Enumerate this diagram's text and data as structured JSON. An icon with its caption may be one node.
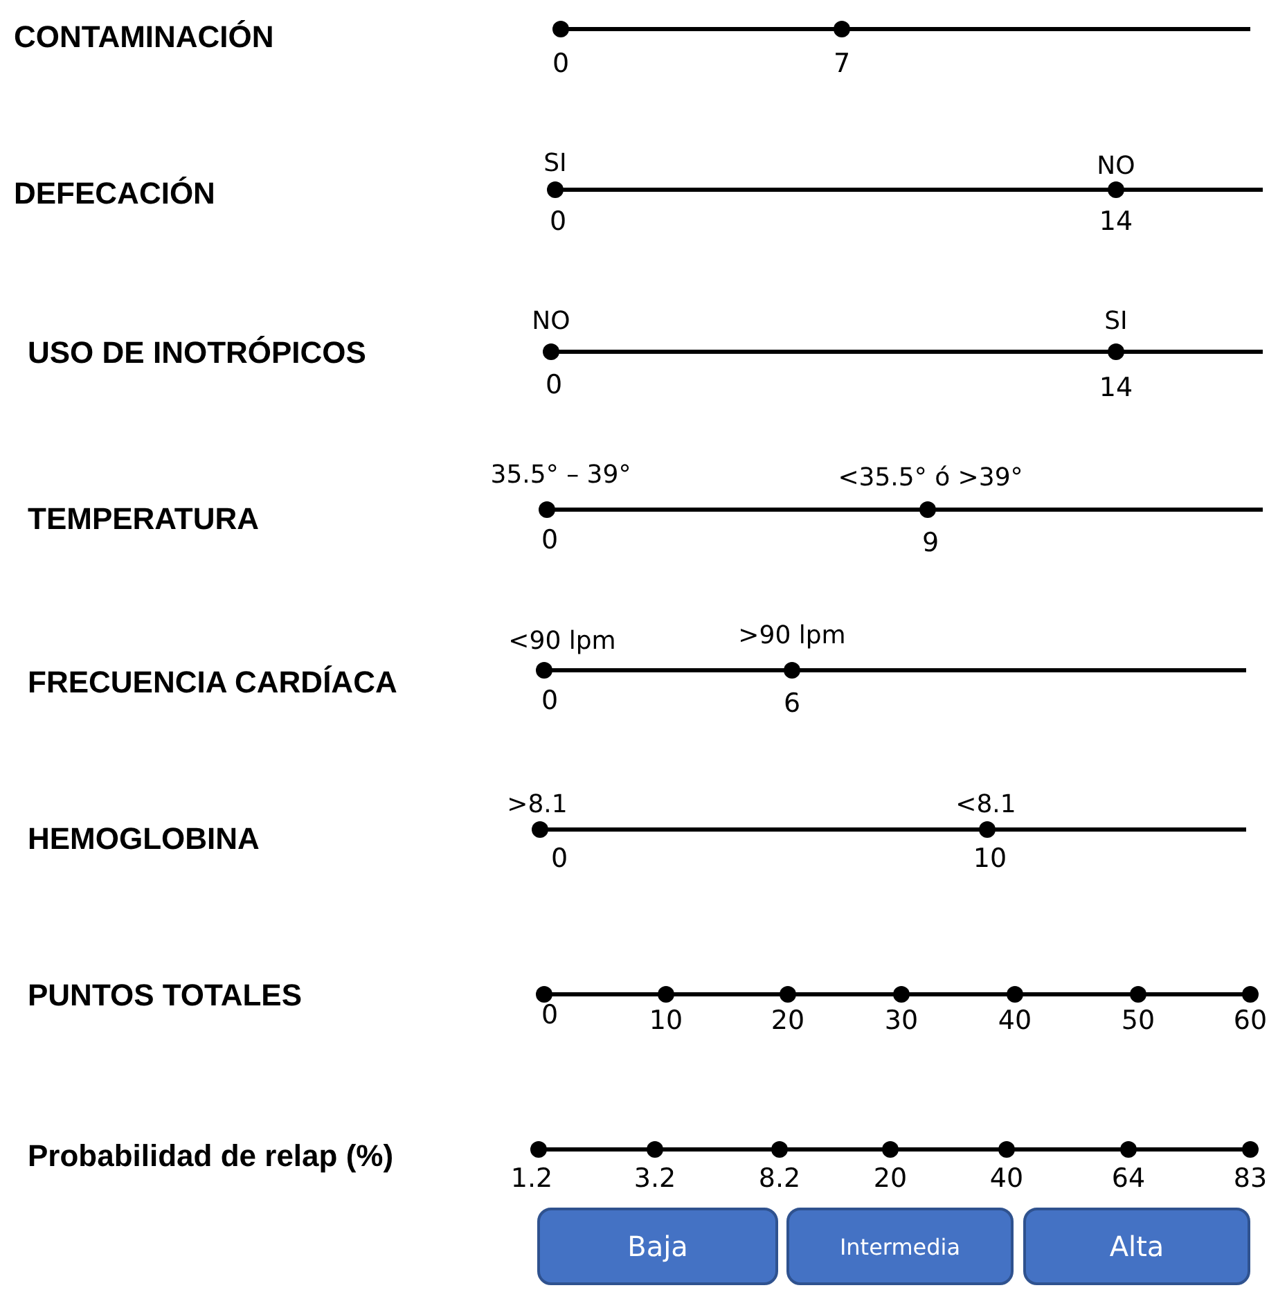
{
  "diagram": {
    "nodes": [
      {
        "text": [
          "Baja"
        ]
      },
      {
        "text": [
          "Intermedia"
        ]
      },
      {
        "text": [
          "Alta"
        ]
      }
    ],
    "labels": [
      "CONTAMINACIÓN",
      "0",
      "7",
      "DEFECACIÓN",
      "SI",
      "NO",
      "0",
      "14",
      "USO DE INOTRÓPICOS",
      "NO",
      "SI",
      "0",
      "14",
      "TEMPERATURA",
      "35.5° – 39°",
      "<35.5° ó >39°",
      "0",
      "9",
      "FRECUENCIA CARDÍACA",
      "<90 lpm",
      ">90 lpm",
      "0",
      "6",
      "HEMOGLOBINA",
      ">8.1",
      "<8.1",
      "0",
      "10",
      "PUNTOS TOTALES",
      "0",
      "10",
      "20",
      "30",
      "40",
      "50",
      "60",
      "Probabilidad de relap (%)",
      "1.2",
      "3.2",
      "8.2",
      "20",
      "40",
      "64",
      "83"
    ]
  }
}
